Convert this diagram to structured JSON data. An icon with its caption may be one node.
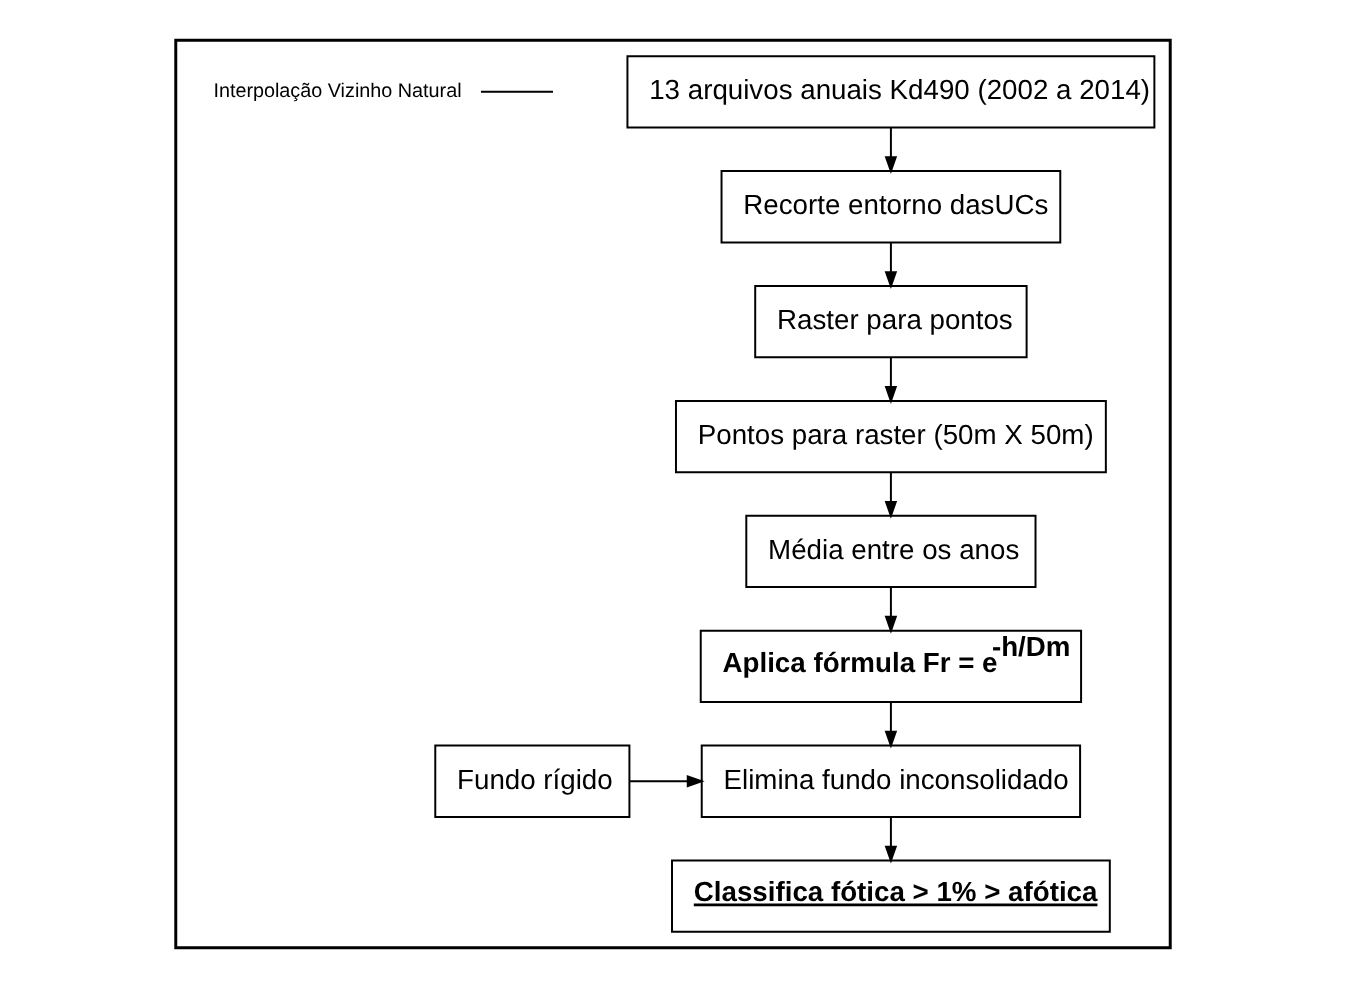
{
  "diagram": {
    "nodes": [
      {
        "text": [],
        "shape": "box"
      },
      {
        "text": [
          "13 arquivos anuais Kd490 (2002 a 2014)"
        ],
        "in": 0
      },
      {
        "text": [
          "Recorte entorno dasUCs"
        ],
        "in": 0
      },
      {
        "text": [
          "Raster para pontos"
        ],
        "in": 0
      },
      {
        "text": [
          "Pontos para raster (50m X 50m)"
        ],
        "in": 0
      },
      {
        "text": [
          "Média entre os anos"
        ],
        "in": 0
      },
      {
        "text": [
          "Aplica fórmula Fr = e$^{-h/Dm}$"
        ],
        "in": 0
      },
      {
        "text": [
          "Fundo rígido"
        ],
        "in": 0
      },
      {
        "text": [
          "Elimina fundo inconsolidado"
        ],
        "in": 0
      },
      {
        "text": [
          "Classifica fótica > 1% > afótica"
        ],
        "in": 0
      },
      {
        "text": [
          "Interpolação Vizinho Natural"
        ],
        "in": 0
      }
    ],
    "edges": [
      {
        "from": 1,
        "to": 2,
        "arrow": "to"
      },
      {
        "from": 2,
        "to": 3,
        "arrow": "to"
      },
      {
        "from": 3,
        "to": 4,
        "arrow": "to"
      },
      {
        "from": 4,
        "to": 5,
        "arrow": "to"
      },
      {
        "from": 5,
        "to": 6,
        "arrow": "to"
      },
      {
        "from": 6,
        "to": 8,
        "arrow": "to"
      },
      {
        "from": 7,
        "to": 8,
        "arrow": "to"
      },
      {
        "from": 8,
        "to": 9,
        "arrow": "to"
      },
      {
        "from": 10,
        "to": null,
        "arrow": "none"
      }
    ]
  }
}
